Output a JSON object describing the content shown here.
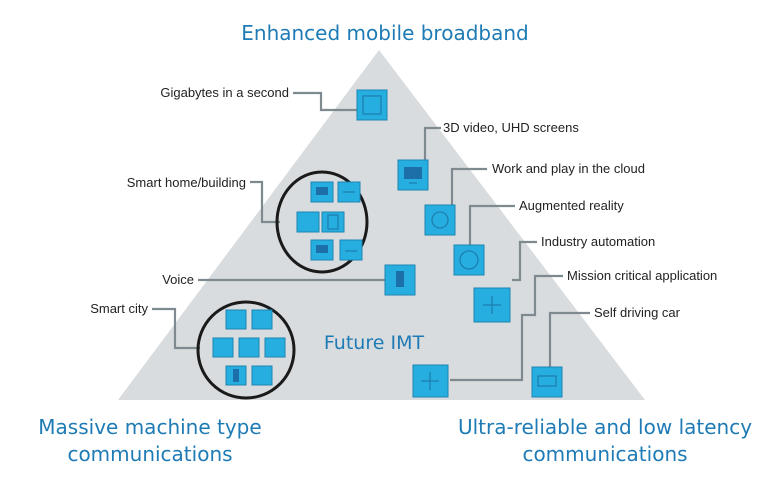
{
  "corners": {
    "top": "Enhanced mobile broadband",
    "left_line1": "Massive machine type",
    "left_line2": "communications",
    "right_line1": "Ultra-reliable and low latency",
    "right_line2": "communications"
  },
  "center_label": "Future IMT",
  "labels": {
    "gigabytes": "Gigabytes in a second",
    "video_3d": "3D video, UHD screens",
    "cloud": "Work and play in the cloud",
    "ar": "Augmented reality",
    "industry": "Industry automation",
    "mission": "Mission critical application",
    "self_driving": "Self driving car",
    "smart_home": "Smart home/building",
    "voice": "Voice",
    "smart_city": "Smart city"
  },
  "colors": {
    "accent_text": "#1e7bb5",
    "tile": "#27aee0",
    "triangle": "#d9dcde",
    "leader": "#7f8a90"
  }
}
